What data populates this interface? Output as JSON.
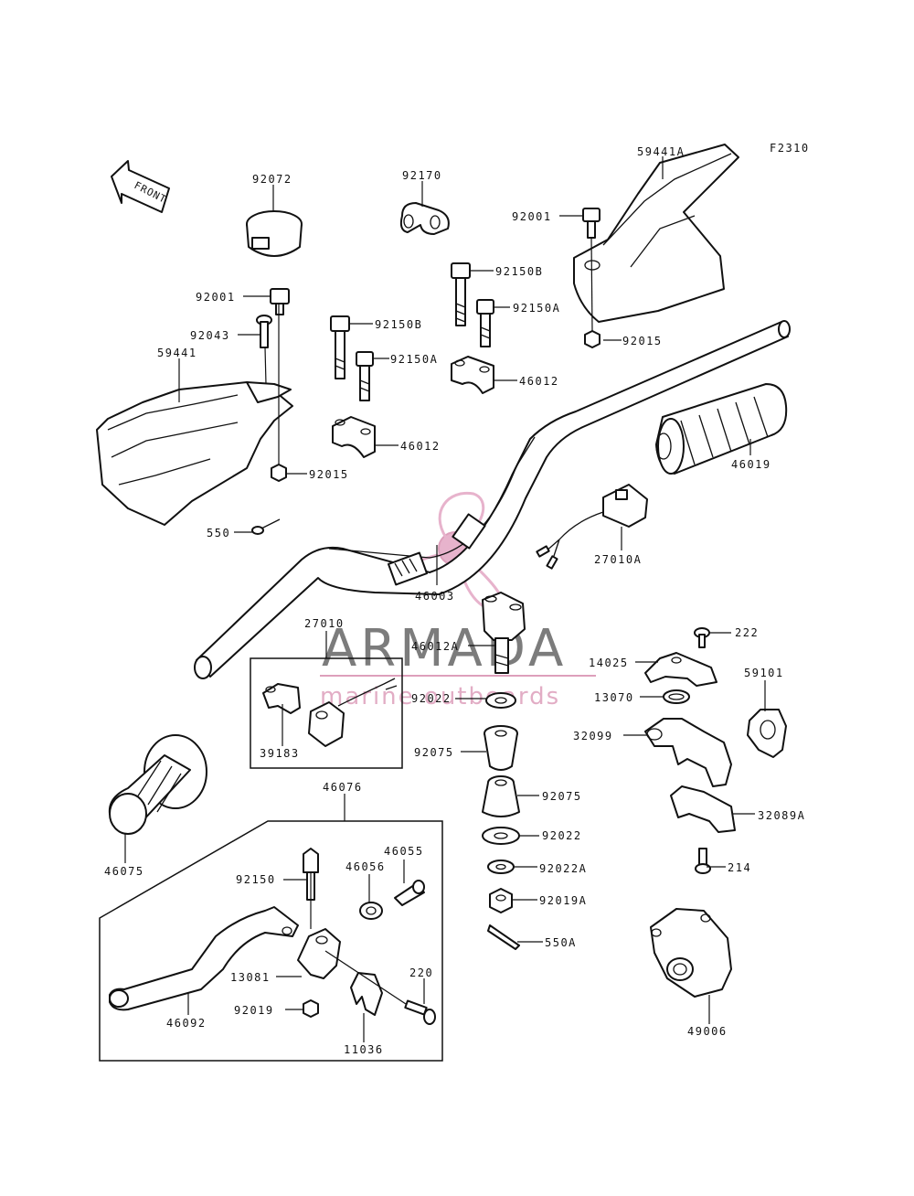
{
  "figure_code": "F2310",
  "front_arrow_label": "FRONT",
  "watermark": {
    "brand": "ARMADA",
    "sub": "marine outboards",
    "color": "#e3a6c4"
  },
  "labels": {
    "p92072": "92072",
    "p92170": "92170",
    "p59441A": "59441A",
    "p92001a": "92001",
    "p92150Ba": "92150B",
    "p92150Aa": "92150A",
    "p92015a": "92015",
    "p92001b": "92001",
    "p92043": "92043",
    "p59441": "59441",
    "p92150Bb": "92150B",
    "p92150Ab": "92150A",
    "p46012a": "46012",
    "p46012b": "46012",
    "p92015b": "92015",
    "p46019": "46019",
    "p550a": "550",
    "p27010A": "27010A",
    "p46003": "46003",
    "p27010": "27010",
    "p46012A": "46012A",
    "p222": "222",
    "p14025": "14025",
    "p59101": "59101",
    "p92022a": "92022",
    "p13070": "13070",
    "p39183": "39183",
    "p32099": "32099",
    "p92075a": "92075",
    "p92075b": "92075",
    "p32089A": "32089A",
    "p46076": "46076",
    "p92022b": "92022",
    "p46075": "46075",
    "p46055": "46055",
    "p92022A": "92022A",
    "p214": "214",
    "p46056": "46056",
    "p92150": "92150",
    "p92019A": "92019A",
    "p550A": "550A",
    "p220": "220",
    "p13081": "13081",
    "p46092": "46092",
    "p92019": "92019",
    "p11036": "11036",
    "p49006": "49006"
  }
}
